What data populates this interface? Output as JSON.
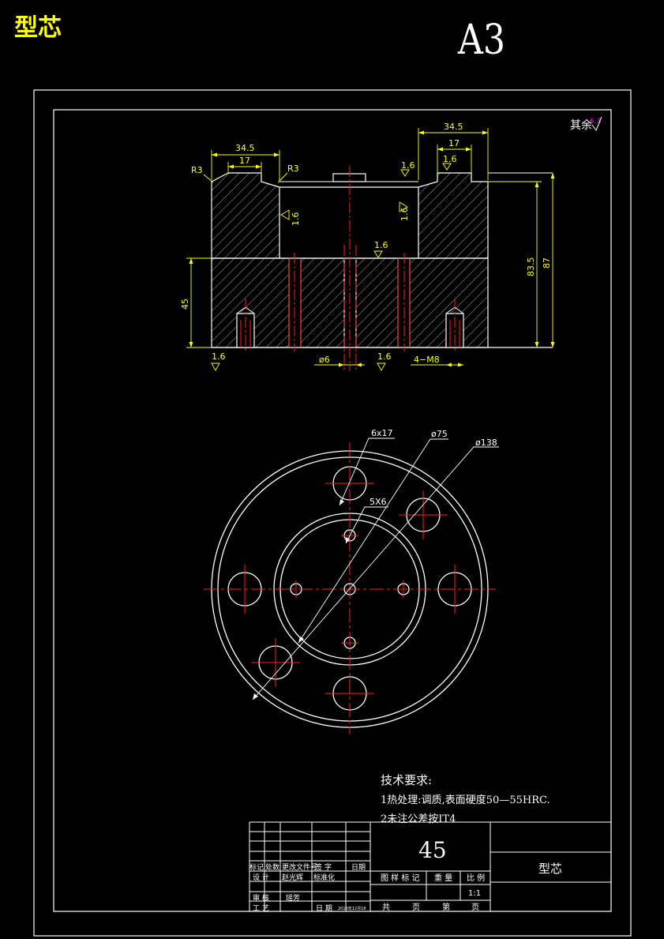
{
  "header": {
    "part_title": "型芯",
    "sheet_size": "A3"
  },
  "roughness_note": {
    "label": "其余",
    "value": "6.3"
  },
  "section_view": {
    "dims": {
      "top_width_left": "34.5",
      "slot_width_left": "17",
      "top_width_right": "34.5",
      "slot_width_right": "17",
      "radius_left": "R3",
      "radius_right": "R3",
      "lower_height": "45",
      "height_inner": "83.5",
      "height_total": "87",
      "pin_diameter": "ø6",
      "thread": "4−M8"
    },
    "roughness": {
      "top_left": "1.6",
      "top_right": "1.6",
      "cavity_left": "1.6",
      "cavity_right": "1.6",
      "cavity_bottom": "1.6",
      "base_left": "1.6",
      "base_center": "1.6"
    }
  },
  "plan_view": {
    "dims": {
      "large_holes": "6x17",
      "small_holes": "5X6",
      "inner_diameter": "ø75",
      "outer_diameter": "ø138"
    }
  },
  "tech_requirements": {
    "title": "技术要求:",
    "line1": "1热处理:调质,表面硬度50—55HRC.",
    "line2": "2未注公差按IT4"
  },
  "title_block": {
    "material": "45",
    "part_name": "型芯",
    "row_labels": {
      "mark": "标记",
      "count": "处数",
      "doc": "更改文件号",
      "sign": "签 字",
      "date": "日期"
    },
    "design_label": "设 计",
    "designer": "赵光辉",
    "standardize_label": "标准化",
    "review_label": "审 核",
    "reviewer": "瑶芳",
    "process_label": "工 艺",
    "date_label": "日 期",
    "date_value": "2013年12月18",
    "stage_label": "图 样 标 记",
    "weight_label": "重 量",
    "scale_label": "比 例",
    "scale_value": "1:1",
    "total_label": "共",
    "sheets_label": "页",
    "sheet_no_label": "第",
    "page_label": "页"
  }
}
